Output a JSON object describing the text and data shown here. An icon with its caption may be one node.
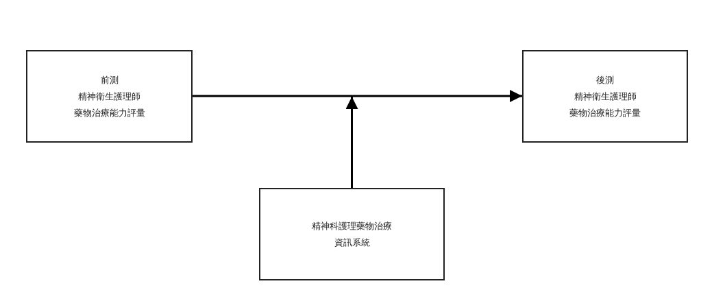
{
  "diagram": {
    "nodes": [
      {
        "text": [
          "前測",
          "精神衛生護理師",
          "藥物治療能力評量"
        ]
      },
      {
        "text": [
          "後測",
          "精神衛生護理師",
          "藥物治療能力評量"
        ]
      },
      {
        "text": [
          "精神科護理藥物治療資訊系統"
        ]
      }
    ],
    "edges": [
      {
        "from": 0,
        "to": 1,
        "arrow": "to"
      },
      {
        "from": 2,
        "to": null,
        "arrow": "to"
      }
    ]
  }
}
